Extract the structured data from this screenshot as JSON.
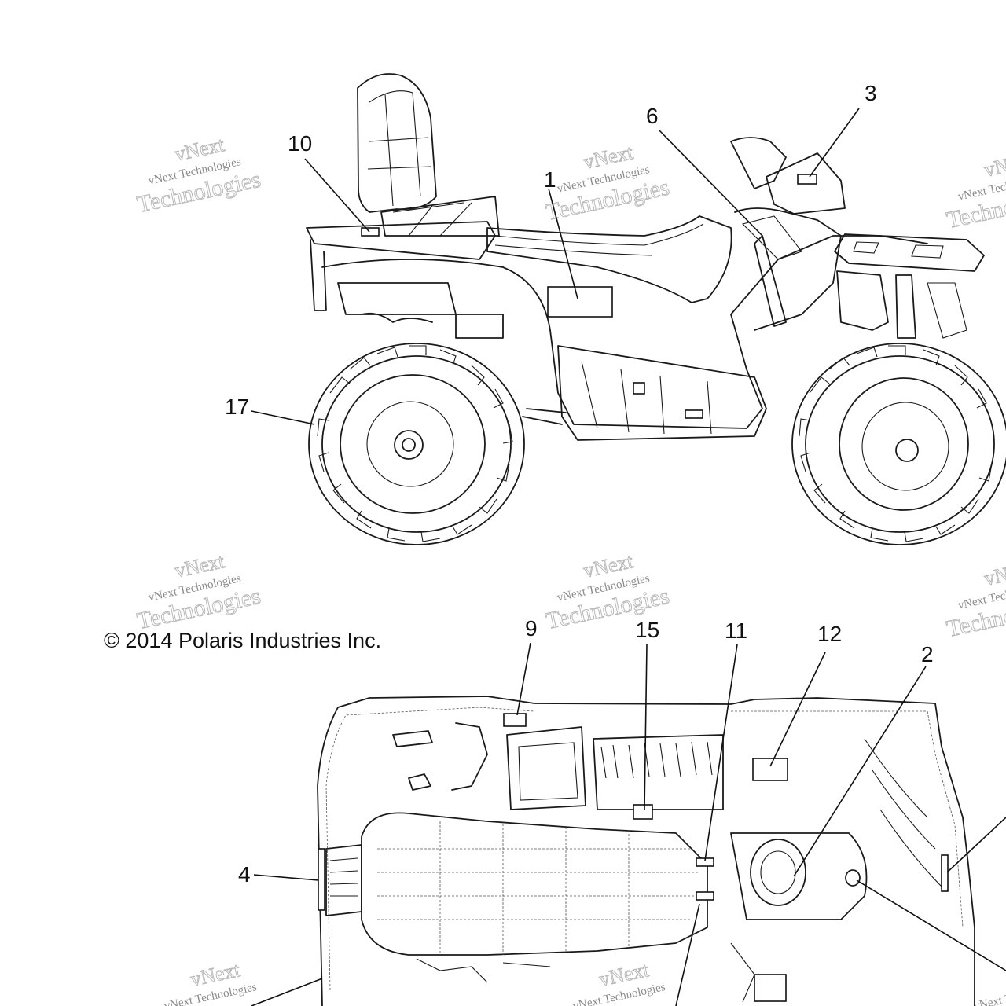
{
  "copyright": "© 2014 Polaris Industries Inc.",
  "watermark": {
    "line1": "vNext Technologies",
    "line2": "vNext",
    "line3": "Technologies"
  },
  "callouts": [
    "1",
    "2",
    "3",
    "4",
    "6",
    "9",
    "10",
    "11",
    "12",
    "15",
    "17"
  ]
}
